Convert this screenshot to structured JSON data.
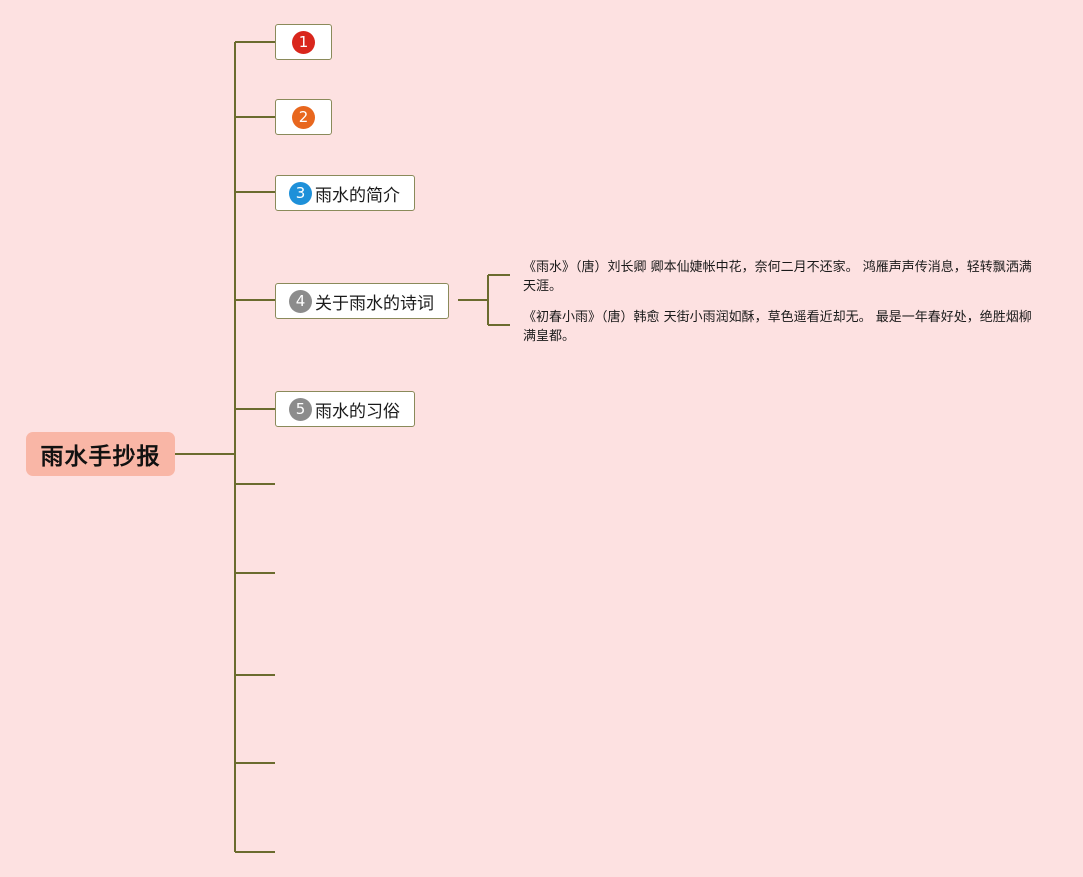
{
  "root": {
    "label": "雨水手抄报"
  },
  "branches": [
    {
      "marker": "1",
      "marker_color": "#d9261c",
      "label": ""
    },
    {
      "marker": "2",
      "marker_color": "#e8671e",
      "label": ""
    },
    {
      "marker": "3",
      "marker_color": "#1e90d9",
      "label": "雨水的简介"
    },
    {
      "marker": "4",
      "marker_color": "#8c8c8c",
      "label": "关于雨水的诗词",
      "details": [
        "《雨水》（唐）刘长卿 卿本仙婕帐中花，奈何二月不还家。 鸿雁声声传消息，轻转飘洒满天涯。",
        "《初春小雨》（唐）韩愈 天街小雨润如酥，草色遥看近却无。 最是一年春好处，绝胜烟柳满皇都。"
      ]
    },
    {
      "marker": "5",
      "marker_color": "#8c8c8c",
      "label": "雨水的习俗"
    }
  ],
  "colors": {
    "background": "#fde1e1",
    "root_fill": "#f9b6a6",
    "connector": "#6b6b2e",
    "topic_border": "#8a8a5a"
  }
}
